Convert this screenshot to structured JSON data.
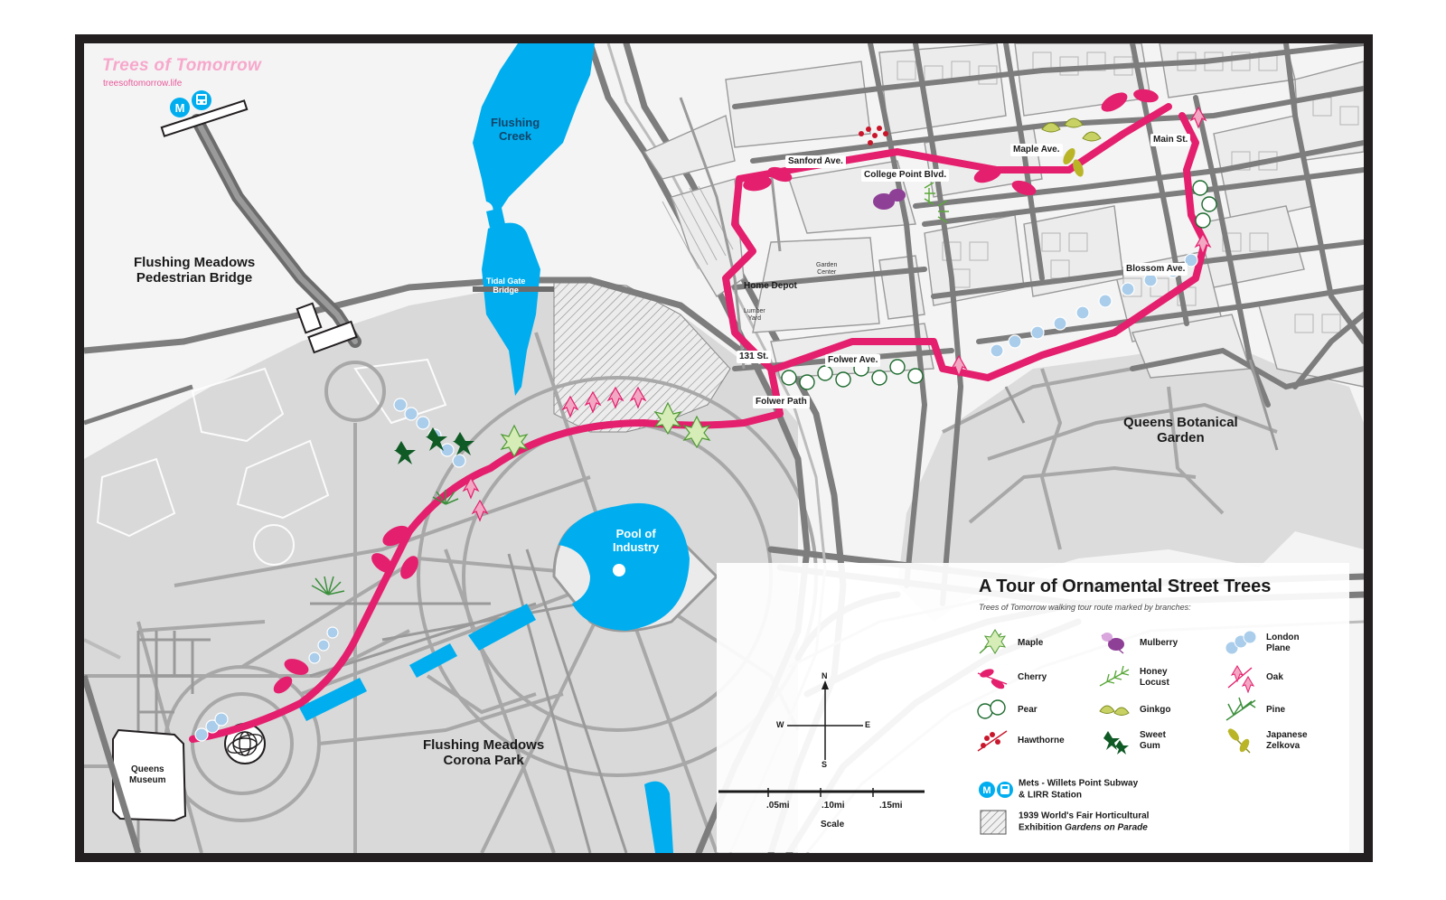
{
  "brand": {
    "title": "Trees of Tomorrow",
    "url": "treesoftomorrow.life"
  },
  "places": {
    "pedestrian_bridge": "Flushing Meadows\nPedestrian Bridge",
    "flushing_creek": "Flushing\nCreek",
    "tidal_gate_bridge": "Tidal Gate\nBridge",
    "pool_of_industry": "Pool of\nIndustry",
    "park": "Flushing Meadows\nCorona Park",
    "queens_museum": "Queens\nMuseum",
    "botanical_garden": "Queens Botanical\nGarden",
    "home_depot": "Home Depot",
    "garden_center": "Garden\nCenter",
    "lumber_yard": "Lumber\nYard"
  },
  "streets": {
    "sanford": "Sanford Ave.",
    "college_point": "College Point Blvd.",
    "maple": "Maple Ave.",
    "main": "Main St.",
    "blossom": "Blossom Ave.",
    "s131": "131 St.",
    "folwer_ave": "Folwer Ave.",
    "folwer_path": "Folwer Path"
  },
  "station_icons": [
    "metro-m-icon",
    "train-icon"
  ],
  "legend": {
    "title": "A Tour of Ornamental Street Trees",
    "subtitle": "Trees of Tomorrow walking tour route marked by branches:",
    "trees": [
      {
        "label": "Maple",
        "icon": "maple-branch-icon",
        "color": "#7ab648"
      },
      {
        "label": "Mulberry",
        "icon": "mulberry-branch-icon",
        "color": "#8e3f96"
      },
      {
        "label": "London\nPlane",
        "icon": "london-plane-branch-icon",
        "color": "#a9cdea"
      },
      {
        "label": "Cherry",
        "icon": "cherry-branch-icon",
        "color": "#e0196b"
      },
      {
        "label": "Honey\nLocust",
        "icon": "honey-locust-branch-icon",
        "color": "#5aa83a"
      },
      {
        "label": "Oak",
        "icon": "oak-branch-icon",
        "color": "#e0196b"
      },
      {
        "label": "Pear",
        "icon": "pear-branch-icon",
        "color": "#1d6b2e"
      },
      {
        "label": "Ginkgo",
        "icon": "ginkgo-branch-icon",
        "color": "#a7b52a"
      },
      {
        "label": "Pine",
        "icon": "pine-branch-icon",
        "color": "#3c8f3c"
      },
      {
        "label": "Hawthorne",
        "icon": "hawthorne-branch-icon",
        "color": "#c9162b"
      },
      {
        "label": "Sweet\nGum",
        "icon": "sweet-gum-branch-icon",
        "color": "#0f5a25"
      },
      {
        "label": "Japanese\nZelkova",
        "icon": "zelkova-branch-icon",
        "color": "#b9b527"
      }
    ],
    "station": "Mets - Willets Point Subway\n& LIRR Station",
    "exhibition_line1": "1939 World's Fair Horticultural",
    "exhibition_prefix": "Exhibition ",
    "exhibition_italic": "Gardens on Parade"
  },
  "scale": {
    "ticks": [
      ".05mi",
      ".10mi",
      ".15mi"
    ],
    "label": "Scale"
  },
  "compass": {
    "n": "N",
    "s": "S",
    "e": "E",
    "w": "W"
  },
  "colors": {
    "route": "#e41f6d",
    "water": "#00aeef",
    "road": "#8a8a8a",
    "park": "#d9d9d9",
    "background": "#f4f4f4",
    "frame": "#231f20",
    "brand": "#f7a8cc"
  }
}
